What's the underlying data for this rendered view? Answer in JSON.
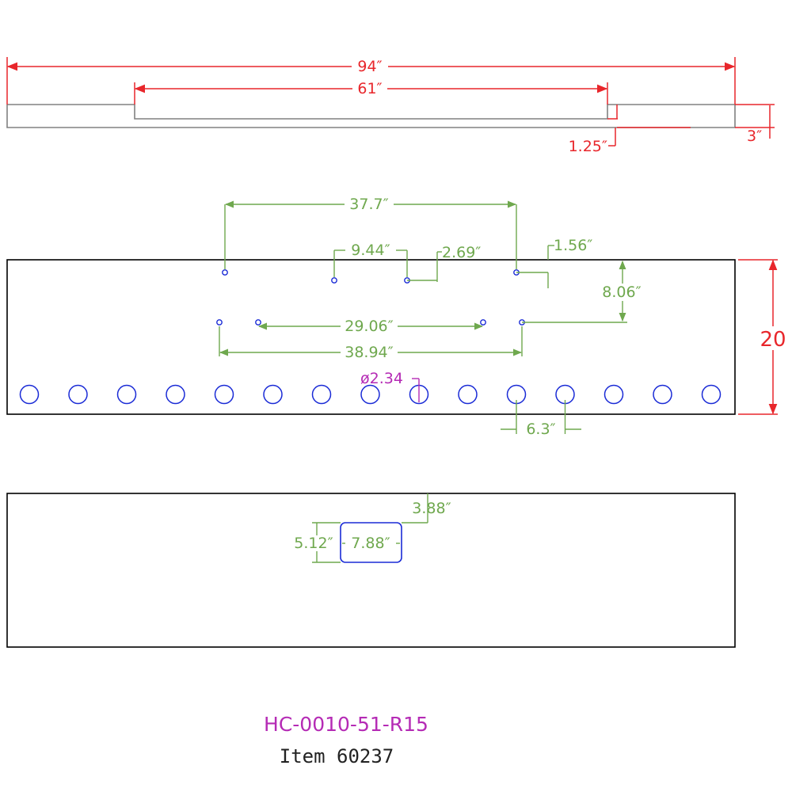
{
  "colors": {
    "red": "#e8262b",
    "green": "#6fa84e",
    "blue": "#1a2bd6",
    "magenta": "#b52bb5",
    "outline": "#000000",
    "side_profile": "#808080"
  },
  "side_view": {
    "overall_length": "94″",
    "center_length": "61″",
    "step_depth": "1.25″",
    "height": "3″"
  },
  "front_view": {
    "upper_hole_span": "37.7″",
    "hole_spacing_a": "9.44″",
    "hole_spacing_b": "2.69″",
    "edge_offset": "1.56″",
    "vertical_offset": "8.06″",
    "inner_hole_span": "29.06″",
    "outer_hole_span": "38.94″",
    "large_hole_diameter": "ø2.34",
    "large_hole_pitch": "6.3″",
    "panel_height": "20"
  },
  "bottom_view": {
    "cutout_offset": "3.88″",
    "cutout_height": "5.12″",
    "cutout_width": "7.88″"
  },
  "title_block": {
    "part_number": "HC-0010-51-R15",
    "item": "Item 60237"
  }
}
